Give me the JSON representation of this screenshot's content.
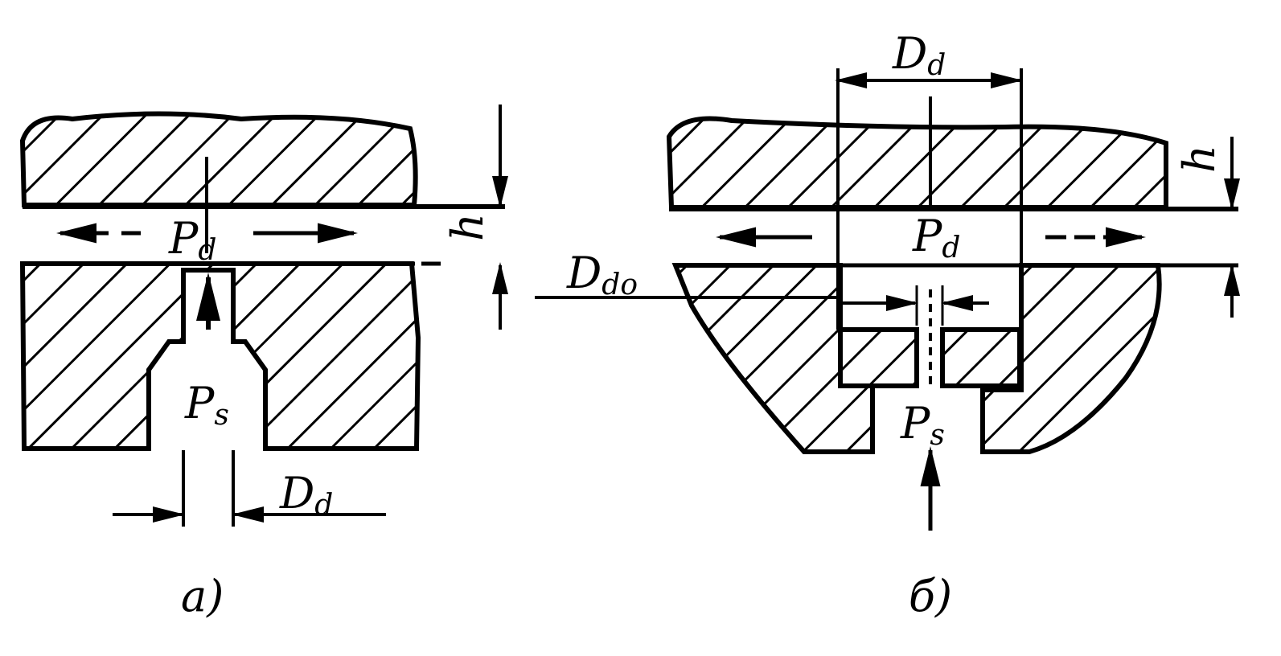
{
  "figures": [
    {
      "id": "a",
      "caption": "a)",
      "labels": {
        "pd_main": "P",
        "pd_sub": "d",
        "ps_main": "P",
        "ps_sub": "s",
        "dd_main": "D",
        "dd_sub": "d",
        "h": "h"
      }
    },
    {
      "id": "b",
      "caption": "б)",
      "labels": {
        "dd_main": "D",
        "dd_sub": "d",
        "h": "h",
        "pd_main": "P",
        "pd_sub": "d",
        "ddo_main": "D",
        "ddo_sub": "do",
        "ps_main": "P",
        "ps_sub": "s"
      }
    }
  ],
  "colors": {
    "ink": "#000000",
    "paper": "#ffffff"
  }
}
